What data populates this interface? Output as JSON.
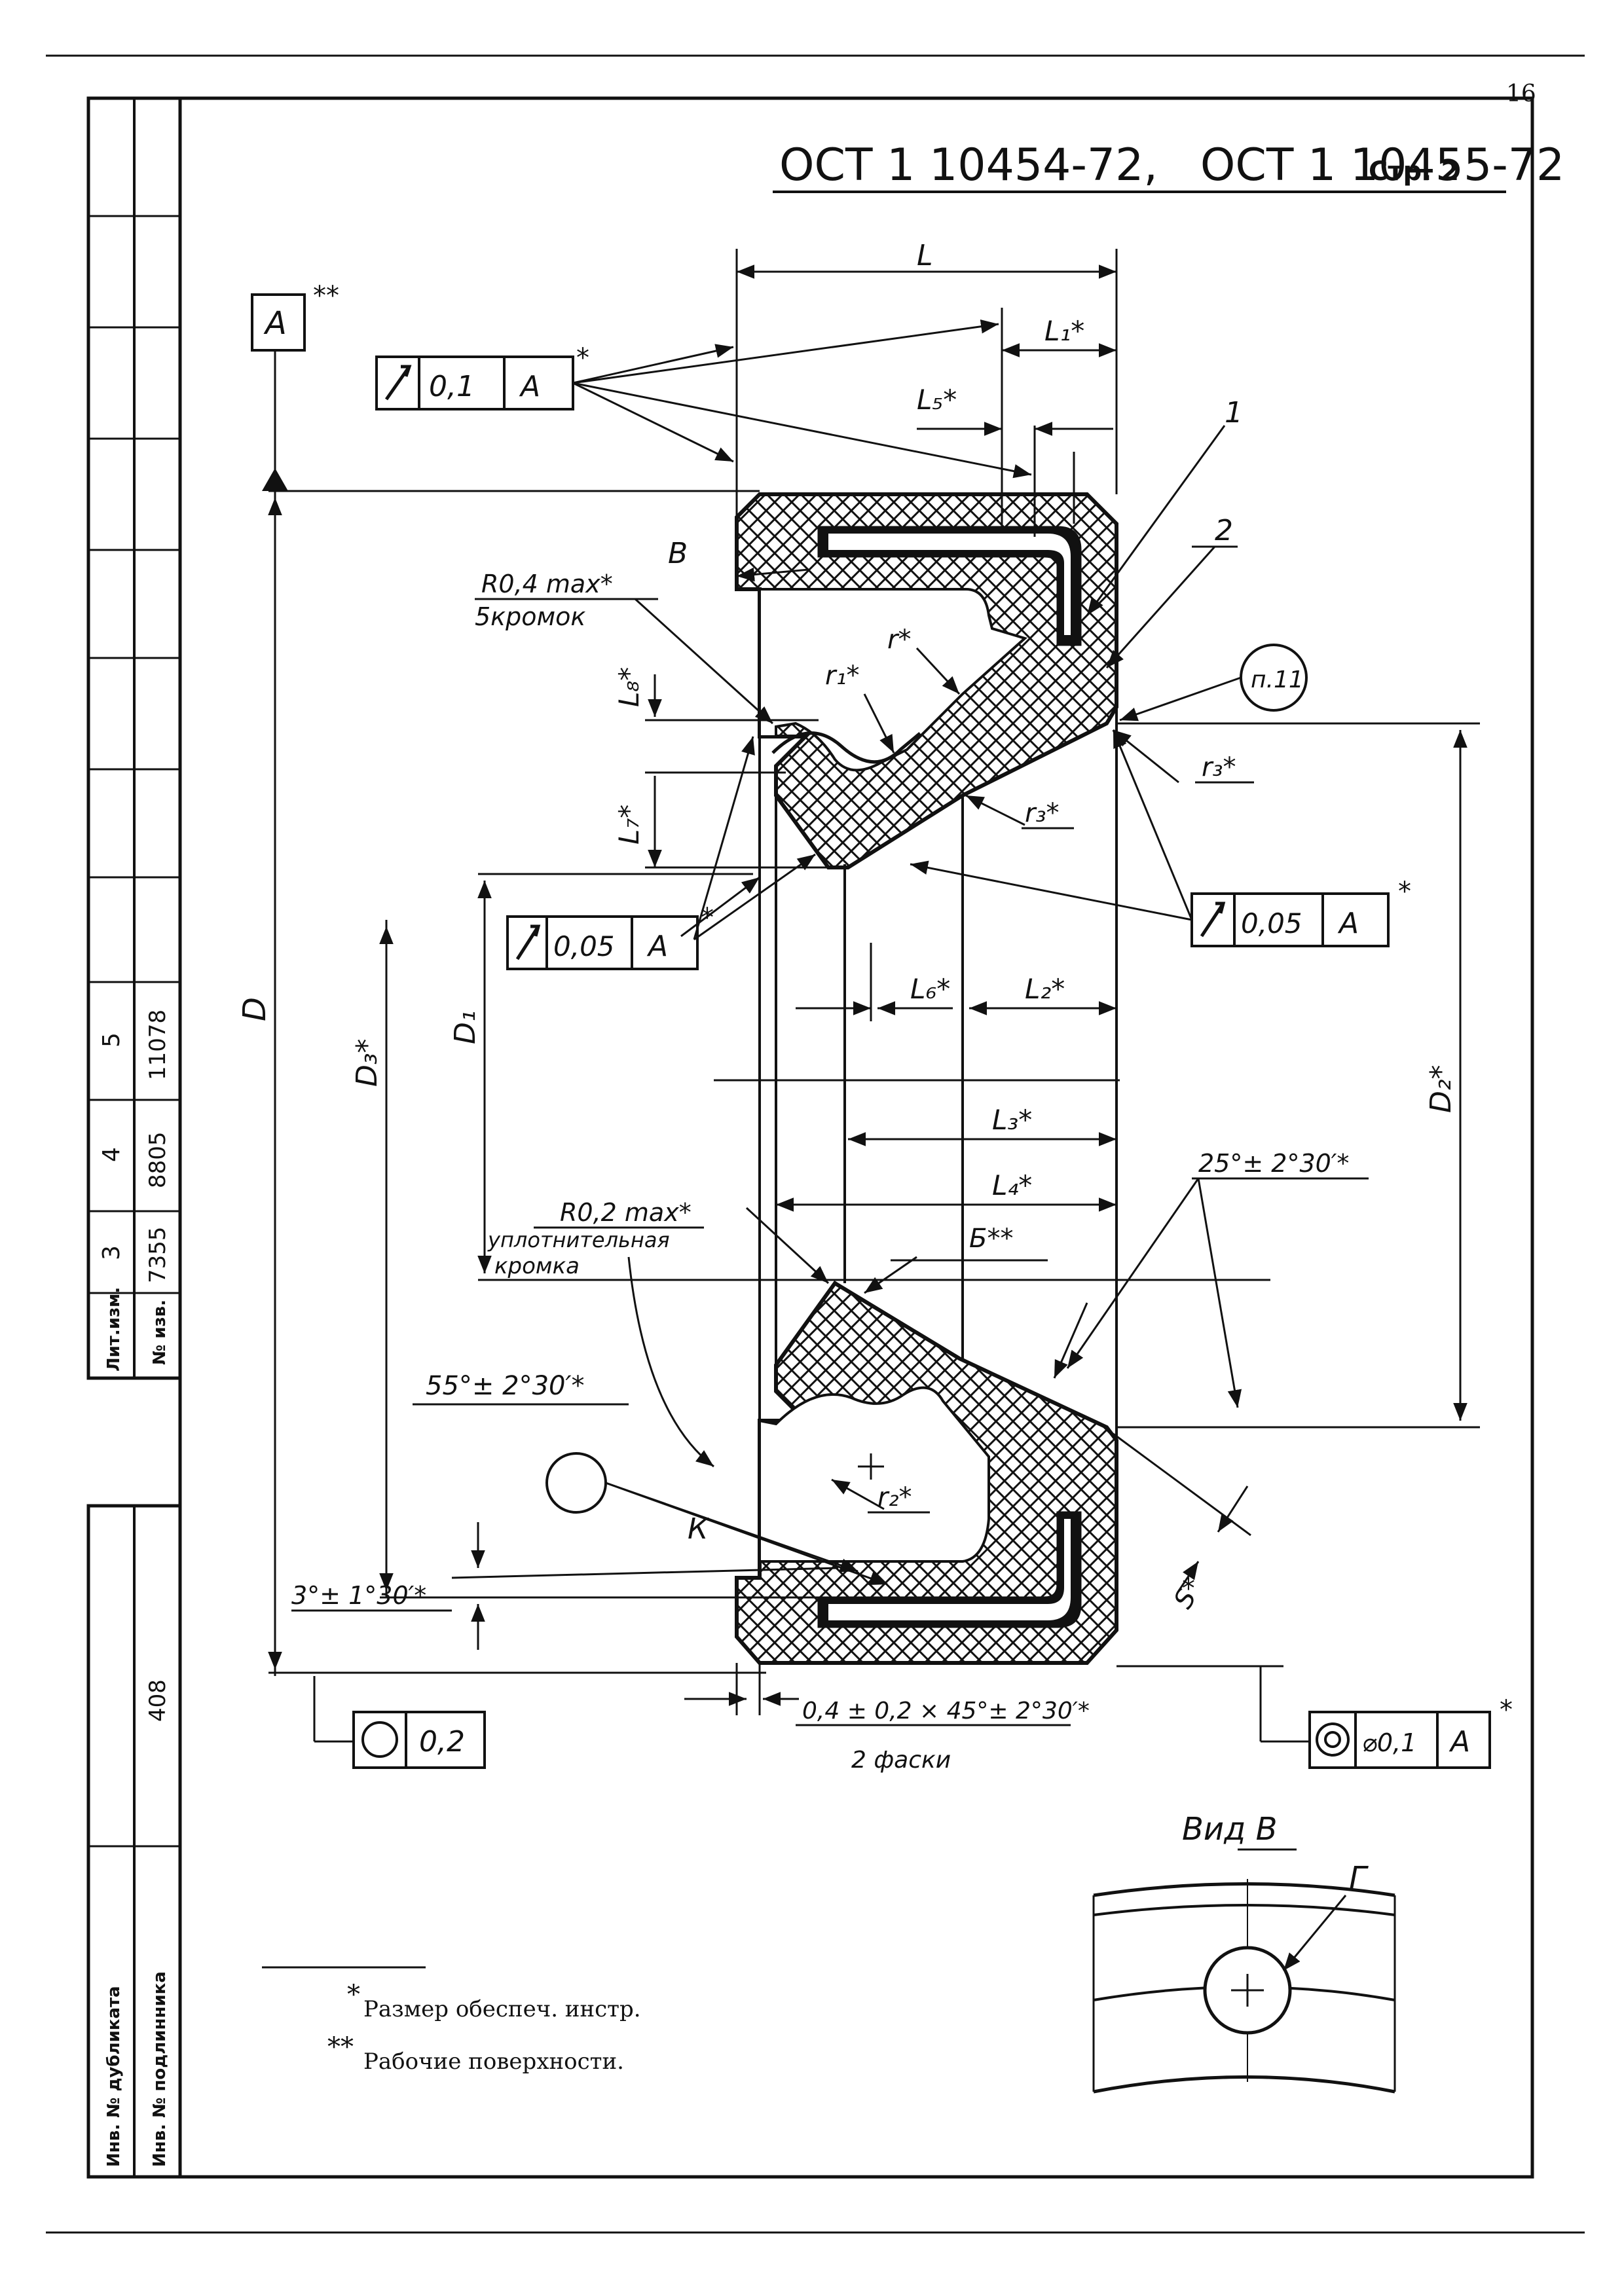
{
  "page_number": "16",
  "header": {
    "title": "ОСТ 1 10454-72,   ОСТ 1 10455-72",
    "page_label": "Стр. 2"
  },
  "side_table": {
    "rows": [
      "Лит.изм.",
      "№ изв."
    ],
    "columns": [
      {
        "num": "3",
        "val": "7355"
      },
      {
        "num": "4",
        "val": "8805"
      },
      {
        "num": "5",
        "val": "11078"
      }
    ],
    "duplicate_no": "408",
    "lower_labels": [
      "Инв. № дубликата",
      "Инв. № подлинника"
    ]
  },
  "datum": {
    "label": "А",
    "mark": "**"
  },
  "tolerance_frames": {
    "top_runout": {
      "value": "0,1",
      "datum": "А",
      "mark": "*"
    },
    "left_runout": {
      "value": "0,05",
      "datum": "А",
      "mark": "*"
    },
    "right_runout": {
      "value": "0,05",
      "datum": "А",
      "mark": "*"
    },
    "roundness": {
      "value": "0,2"
    },
    "concentricity": {
      "value": "⌀0,1",
      "datum": "А",
      "mark": "*"
    }
  },
  "labels": {
    "B": "В",
    "Bmark": "Б**",
    "K": "К",
    "G": "Г",
    "pos1": "1",
    "pos2": "2",
    "note_ref": "п.11",
    "r04": "R0,4 max*",
    "five_edges": "5кромок",
    "r02": "R0,2 max*",
    "seal_edge_1": "уплотнительная",
    "seal_edge_2": "кромка",
    "angle55": "55°± 2°30′*",
    "angle25": "25°± 2°30′*",
    "angle3": "3°± 1°30′*",
    "chamfer": "0,4 ± 0,2 × 45°± 2°30′*",
    "chamfer_count": "2 фаски",
    "view_title": "Вид В"
  },
  "dimensions": {
    "L": "L",
    "L1": "L₁*",
    "L5": "L₅*",
    "L6": "L₆*",
    "L2": "L₂*",
    "L3": "L₃*",
    "L4": "L₄*",
    "L7": "L₇*",
    "L8": "L₈*",
    "D": "D",
    "D1": "D₁",
    "D2": "D₂*",
    "D3": "D₃*",
    "r": "r*",
    "r1": "r₁*",
    "r2": "r₂*",
    "r3a": "r₃*",
    "r3b": "r₃*",
    "S": "S*"
  },
  "footnotes": [
    {
      "mark": "*",
      "text": "Размер обеспеч. инстр."
    },
    {
      "mark": "**",
      "text": "Рабочие поверхности."
    }
  ],
  "colors": {
    "ink": "#111111",
    "paper": "#ffffff"
  }
}
